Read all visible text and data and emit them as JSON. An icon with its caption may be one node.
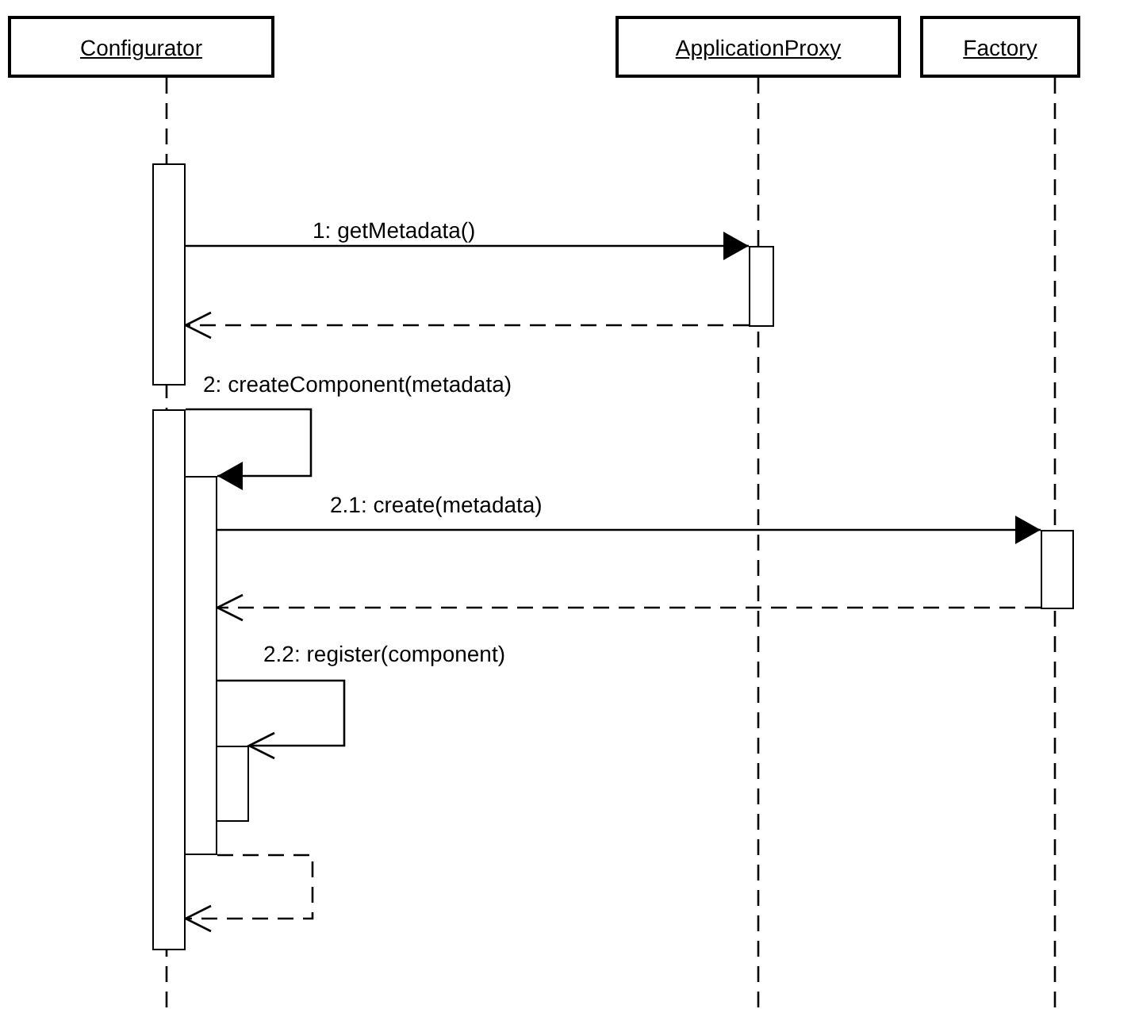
{
  "diagram": {
    "nodes": [
      {
        "text": [
          "Configurator"
        ]
      },
      {
        "text": [
          "ApplicationProxy"
        ]
      },
      {
        "text": [
          "Factory"
        ]
      },
      {
        "text": [],
        "shape": "bar"
      },
      {
        "text": [],
        "shape": "bar"
      },
      {
        "text": [],
        "shape": "bar"
      },
      {
        "text": [],
        "shape": "bar"
      },
      {
        "text": [],
        "shape": "bar"
      },
      {
        "text": [],
        "shape": "bar"
      }
    ],
    "edges": [
      {
        "from": 0,
        "to": null,
        "arrow": "none",
        "style": "dashed"
      },
      {
        "from": 1,
        "to": null,
        "arrow": "none",
        "style": "dashed"
      },
      {
        "from": 2,
        "to": null,
        "arrow": "none",
        "style": "dashed"
      },
      {
        "from": 3,
        "to": 4,
        "arrow": "to",
        "label": "1: getMetadata()"
      },
      {
        "from": 4,
        "to": 3,
        "arrow": "to",
        "style": "dashed"
      },
      {
        "from": 5,
        "to": 6,
        "arrow": "to",
        "label": "2: createComponent(metadata)"
      },
      {
        "from": 6,
        "to": 7,
        "arrow": "to",
        "label": "2.1: create(metadata)"
      },
      {
        "from": 7,
        "to": 6,
        "arrow": "to",
        "style": "dashed"
      },
      {
        "from": 6,
        "to": 8,
        "arrow": "to",
        "label": "2.2: register(component)"
      },
      {
        "from": 6,
        "to": 5,
        "arrow": "to",
        "style": "dashed"
      }
    ]
  }
}
